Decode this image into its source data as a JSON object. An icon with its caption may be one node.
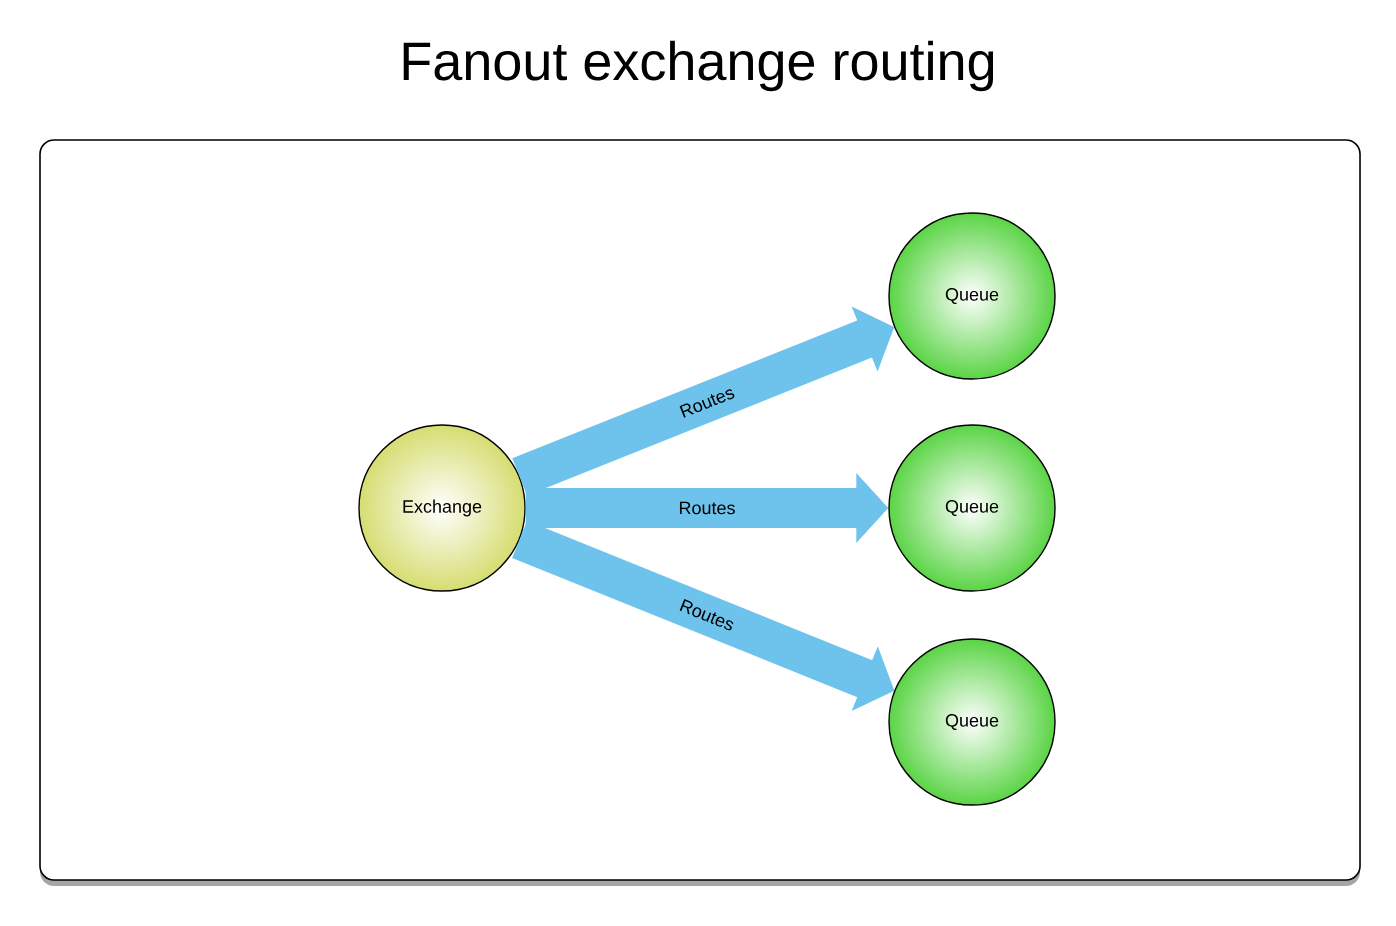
{
  "diagram": {
    "title": "Fanout exchange routing",
    "nodes": [
      {
        "text": [
          "Exchange"
        ]
      },
      {
        "text": [
          "Queue"
        ]
      },
      {
        "text": [
          "Queue"
        ]
      },
      {
        "text": [
          "Queue"
        ]
      }
    ],
    "edges": [
      {
        "from": 0,
        "to": 1,
        "arrow": "to",
        "label": "Routes"
      },
      {
        "from": 0,
        "to": 2,
        "arrow": "to",
        "label": "Routes"
      },
      {
        "from": 0,
        "to": 3,
        "arrow": "to",
        "label": "Routes"
      }
    ]
  }
}
